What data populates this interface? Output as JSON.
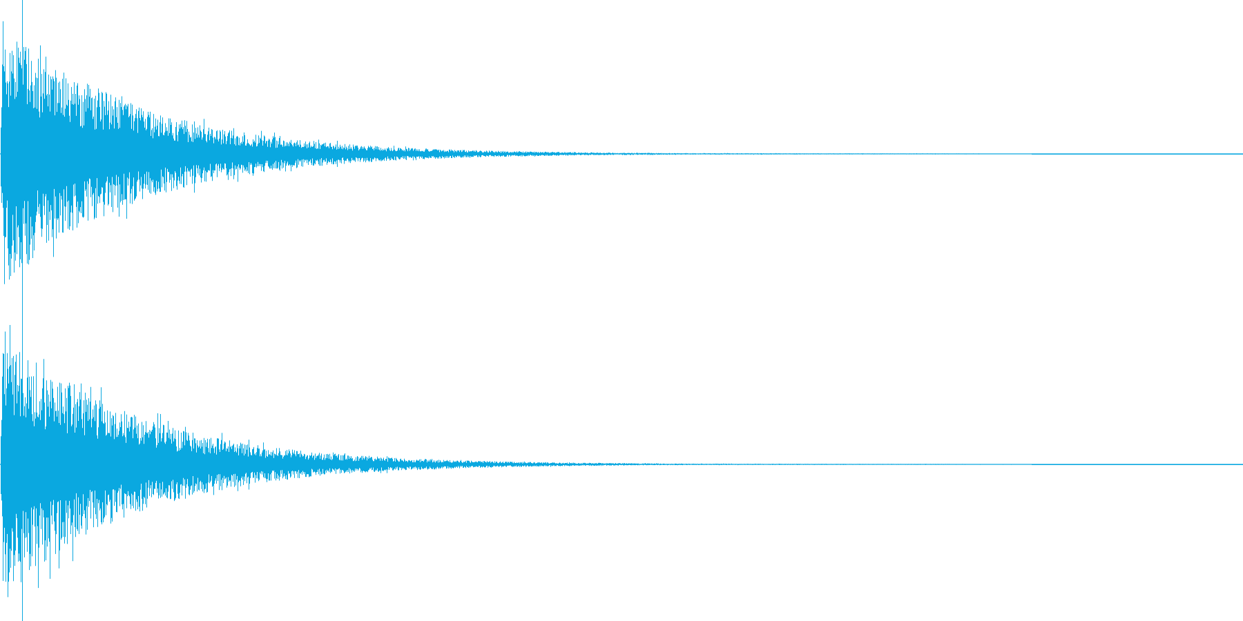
{
  "waveform": {
    "color": "#0aa8e0",
    "background": "#ffffff",
    "channels": [
      {
        "name": ""
      },
      {
        "name": ""
      }
    ],
    "envelope": {
      "description_of_shape": "percussive",
      "peak_amplitude": 0.98,
      "decay_start_fraction": 0.01,
      "end_of_sound_fraction": 0.83
    },
    "cursor_fraction": 0.018
  }
}
